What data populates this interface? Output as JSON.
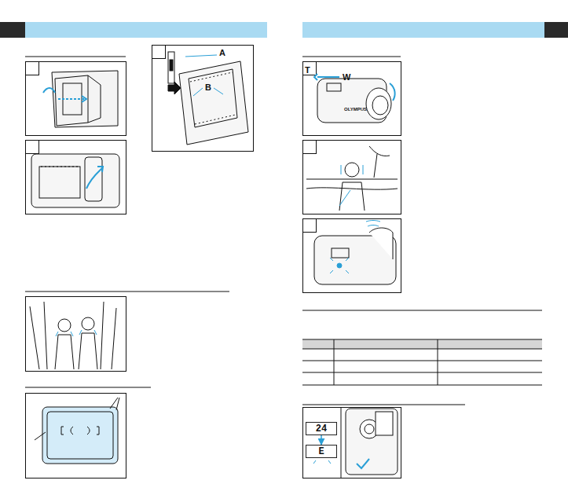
{
  "diagram": {
    "nodes": [
      {
        "text": [
          "24"
        ]
      },
      {
        "text": [
          "E"
        ]
      }
    ],
    "edges": [
      {
        "from": 0,
        "to": 1,
        "arrow": "to"
      }
    ],
    "labels": [
      "A",
      "B",
      "T",
      "W",
      "OLYMPUS"
    ]
  }
}
